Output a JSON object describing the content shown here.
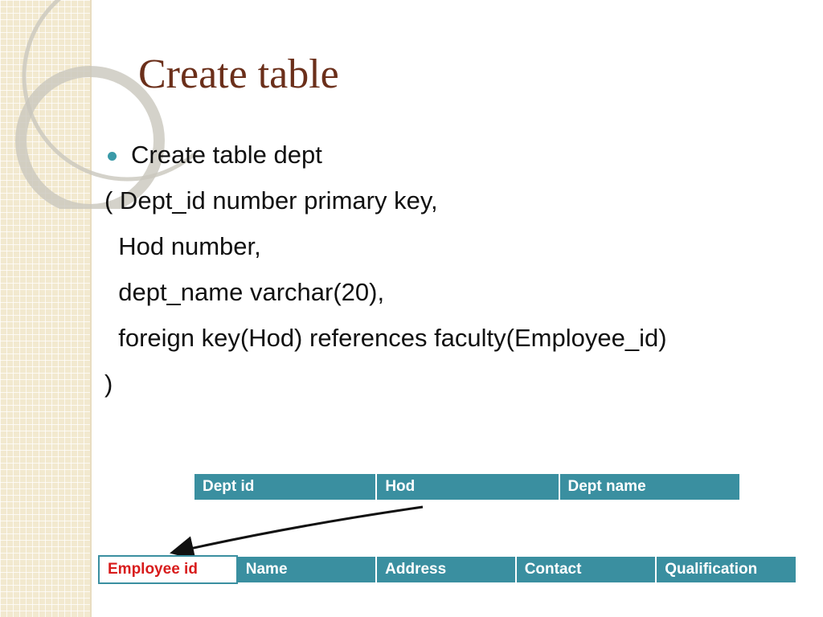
{
  "slide": {
    "title": "Create table",
    "bullet": "Create table dept",
    "code_lines": [
      "( Dept_id number primary key,",
      "  Hod number,",
      "  dept_name varchar(20),",
      "  foreign key(Hod) references faculty(Employee_id)",
      ")"
    ]
  },
  "dept_table": {
    "columns": [
      "Dept id",
      "Hod",
      "Dept name"
    ]
  },
  "faculty_table": {
    "columns": [
      "Employee id",
      "Name",
      "Address",
      "Contact",
      "Qualification"
    ]
  },
  "colors": {
    "title": "#6b2f1a",
    "table_fill": "#3a8fa0",
    "primary_key_text": "#d81c1c",
    "bullet": "#3a9aa8"
  }
}
